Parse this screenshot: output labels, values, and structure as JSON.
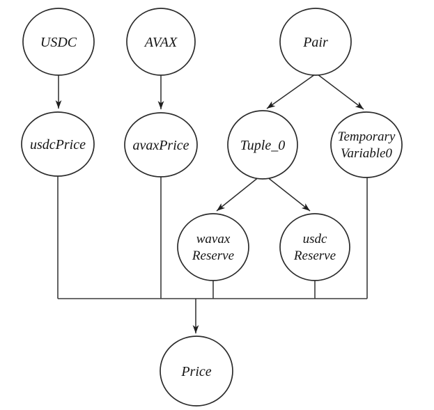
{
  "diagram": {
    "type": "dependency-graph",
    "background_color": "#ffffff",
    "stroke_color": "#2b2b2b",
    "text_color": "#141414",
    "node_shape": "ellipse",
    "nodes": {
      "usdc": {
        "label": "USDC"
      },
      "avax": {
        "label": "AVAX"
      },
      "pair": {
        "label": "Pair"
      },
      "usdcPrice": {
        "label": "usdcPrice"
      },
      "avaxPrice": {
        "label": "avaxPrice"
      },
      "tuple0": {
        "label": "Tuple_0"
      },
      "temporaryVariable0": {
        "line1": "Temporary",
        "line2": "Variable0"
      },
      "wavaxReserve": {
        "line1": "wavax",
        "line2": "Reserve"
      },
      "usdcReserve": {
        "line1": "usdc",
        "line2": "Reserve"
      },
      "price": {
        "label": "Price"
      }
    },
    "edges": [
      {
        "from": "USDC",
        "to": "usdcPrice",
        "arrow": true
      },
      {
        "from": "AVAX",
        "to": "avaxPrice",
        "arrow": true
      },
      {
        "from": "Pair",
        "to": "Tuple_0",
        "arrow": true
      },
      {
        "from": "Pair",
        "to": "TemporaryVariable0",
        "arrow": true
      },
      {
        "from": "Tuple_0",
        "to": "wavaxReserve",
        "arrow": true
      },
      {
        "from": "Tuple_0",
        "to": "usdcReserve",
        "arrow": true
      },
      {
        "from": "usdcPrice",
        "to": "Price",
        "arrow": false,
        "via": "bus"
      },
      {
        "from": "avaxPrice",
        "to": "Price",
        "arrow": false,
        "via": "bus"
      },
      {
        "from": "wavaxReserve",
        "to": "Price",
        "arrow": false,
        "via": "bus"
      },
      {
        "from": "usdcReserve",
        "to": "Price",
        "arrow": false,
        "via": "bus"
      },
      {
        "from": "TemporaryVariable0",
        "to": "Price",
        "arrow": false,
        "via": "bus"
      },
      {
        "from": "bus",
        "to": "Price",
        "arrow": true
      }
    ]
  }
}
